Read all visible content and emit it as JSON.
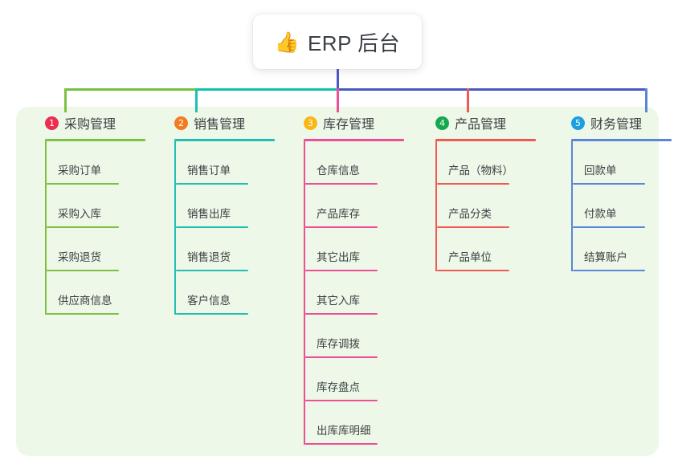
{
  "root": {
    "icon": "thumbs-up-icon",
    "emoji": "👍",
    "title": "ERP 后台"
  },
  "palette": {
    "panel_bg": "#eef8e9",
    "page_bg": "#ffffff",
    "stem": "#4b57c2",
    "bar_left": "#72c043",
    "bar_mid": "#0fc2b0",
    "bar_right": "#4b57c2",
    "text": "#3c4043"
  },
  "columns": [
    {
      "number": "1",
      "badge_color": "#ec2f51",
      "line_color": "#7cc142",
      "title": "采购管理",
      "items": [
        {
          "label": "采购订单"
        },
        {
          "label": "采购入库"
        },
        {
          "label": "采购退货"
        },
        {
          "label": "供应商信息"
        }
      ]
    },
    {
      "number": "2",
      "badge_color": "#f47b20",
      "line_color": "#23bdb4",
      "title": "销售管理",
      "items": [
        {
          "label": "销售订单"
        },
        {
          "label": "销售出库"
        },
        {
          "label": "销售退货"
        },
        {
          "label": "客户信息"
        }
      ]
    },
    {
      "number": "3",
      "badge_color": "#fbb515",
      "line_color": "#ec4f94",
      "title": "库存管理",
      "items": [
        {
          "label": "仓库信息"
        },
        {
          "label": "产品库存"
        },
        {
          "label": "其它出库"
        },
        {
          "label": "其它入库"
        },
        {
          "label": "库存调拨"
        },
        {
          "label": "库存盘点"
        },
        {
          "label": "出库库明细"
        }
      ]
    },
    {
      "number": "4",
      "badge_color": "#16a94c",
      "line_color": "#f05a54",
      "title": "产品管理",
      "items": [
        {
          "label": "产品（物料）"
        },
        {
          "label": "产品分类"
        },
        {
          "label": "产品单位"
        }
      ]
    },
    {
      "number": "5",
      "badge_color": "#1c9fe0",
      "line_color": "#5b86d6",
      "title": "财务管理",
      "items": [
        {
          "label": "回款单"
        },
        {
          "label": "付款单"
        },
        {
          "label": "结算账户"
        }
      ]
    }
  ]
}
